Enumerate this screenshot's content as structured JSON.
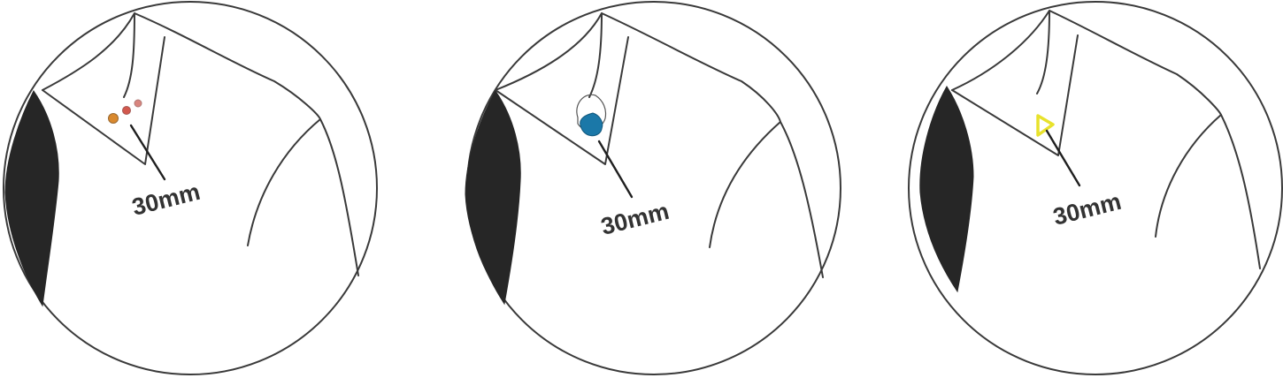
{
  "colors": {
    "dots_panel_1": [
      "#d9892e",
      "#d2584d",
      "#d8857e"
    ],
    "blob_panel_2": "#1b78a8",
    "triangle_panel_3": "#e8e22c",
    "dark_region": "#262626",
    "outline": "#3a3a3a"
  },
  "panels": [
    {
      "measurement": "30mm",
      "marker": "three-dots"
    },
    {
      "measurement": "30mm",
      "marker": "filled-blob"
    },
    {
      "measurement": "30mm",
      "marker": "outline-triangle"
    }
  ]
}
